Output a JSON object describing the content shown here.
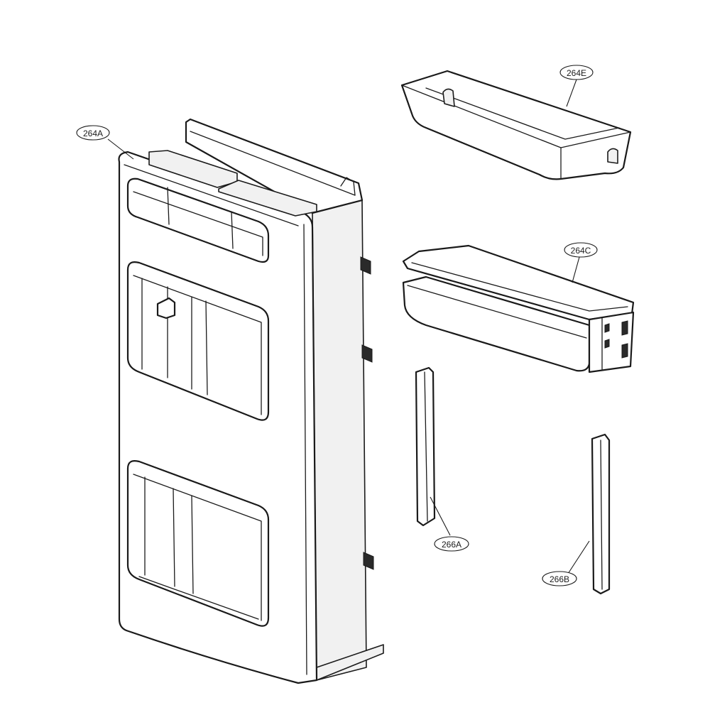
{
  "callouts": [
    {
      "id": "264A",
      "text": "264A"
    },
    {
      "id": "264E",
      "text": "264E"
    },
    {
      "id": "264C",
      "text": "264C"
    },
    {
      "id": "266A",
      "text": "266A"
    },
    {
      "id": "266B",
      "text": "266B"
    }
  ]
}
